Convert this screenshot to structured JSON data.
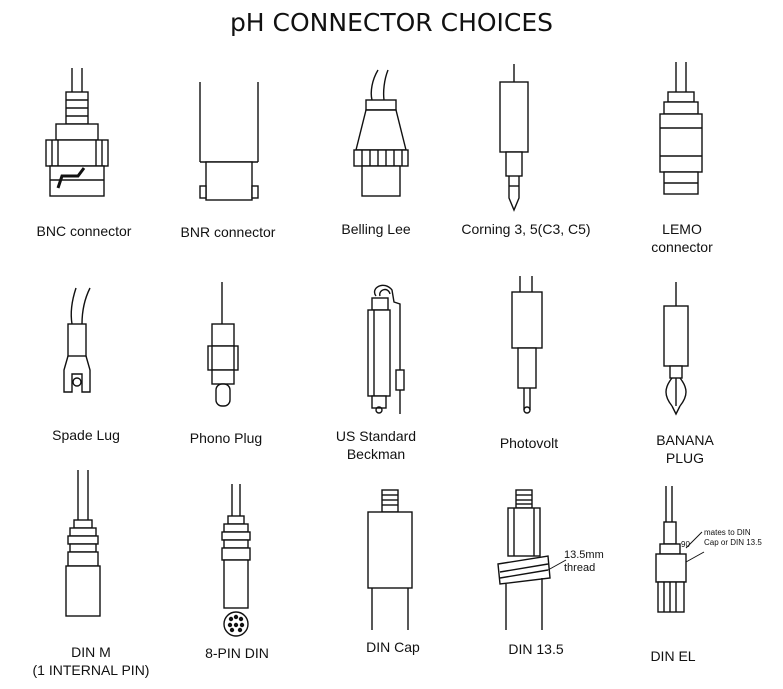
{
  "title": "pH CONNECTOR CHOICES",
  "connectors": [
    {
      "label": "BNC connector"
    },
    {
      "label": "BNR connector"
    },
    {
      "label": "Belling Lee"
    },
    {
      "label": "Corning 3, 5(C3, C5)"
    },
    {
      "label": "LEMO connector"
    },
    {
      "label": "Spade Lug"
    },
    {
      "label": "Phono Plug"
    },
    {
      "label": "US Standard\nBeckman"
    },
    {
      "label": "Photovolt"
    },
    {
      "label": "BANANA\nPLUG"
    },
    {
      "label": "DIN M\n(1 INTERNAL PIN)"
    },
    {
      "label": "8-PIN DIN"
    },
    {
      "label": "DIN Cap"
    },
    {
      "label": "DIN 13.5"
    },
    {
      "label": "DIN EL"
    }
  ],
  "annotations": {
    "thread": "13.5mm\nthread",
    "mates": "mates to DIN\nCap or DIN 13.5",
    "mates_prefix": "90"
  }
}
